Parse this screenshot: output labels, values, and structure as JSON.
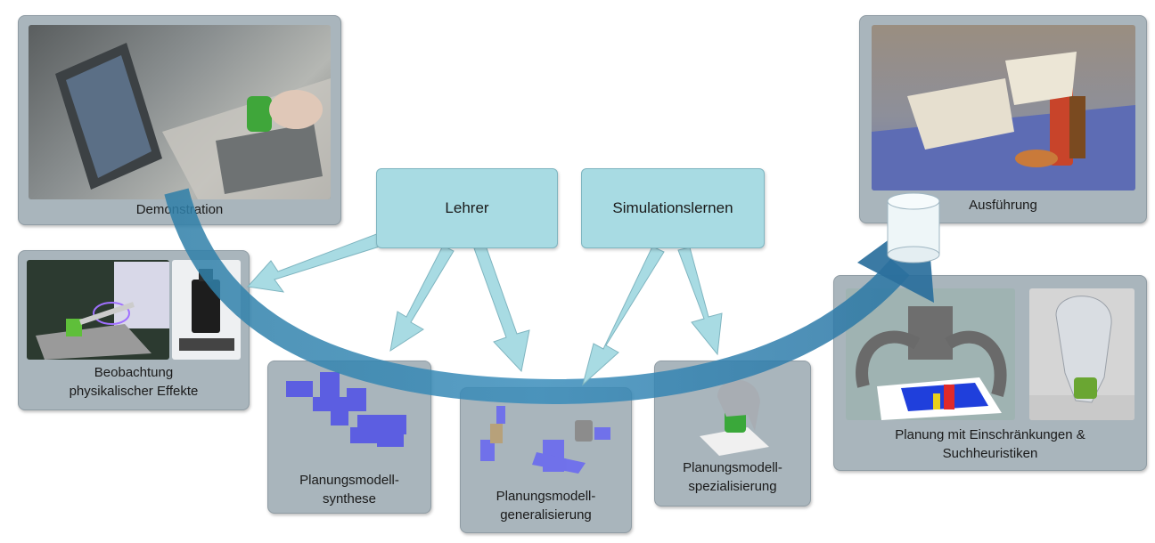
{
  "nodes": {
    "demonstration": "Demonstration",
    "beobachtung_l1": "Beobachtung",
    "beobachtung_l2": "physikalischer Effekte",
    "synthese_l1": "Planungsmodell-",
    "synthese_l2": "synthese",
    "generalisierung_l1": "Planungsmodell-",
    "generalisierung_l2": "generalisierung",
    "spezialisierung_l1": "Planungsmodell-",
    "spezialisierung_l2": "spezialisierung",
    "planung_l1": "Planung mit Einschränkungen &",
    "planung_l2": "Suchheuristiken",
    "ausfuehrung": "Ausführung"
  },
  "sources": {
    "lehrer": "Lehrer",
    "simulationslernen": "Simulationslernen"
  },
  "colors": {
    "card": "#a9b5bc",
    "source_box": "#a8dbe3",
    "cycle_arrow": "#2f7fa8",
    "influence_arrow": "#a8dbe3"
  }
}
